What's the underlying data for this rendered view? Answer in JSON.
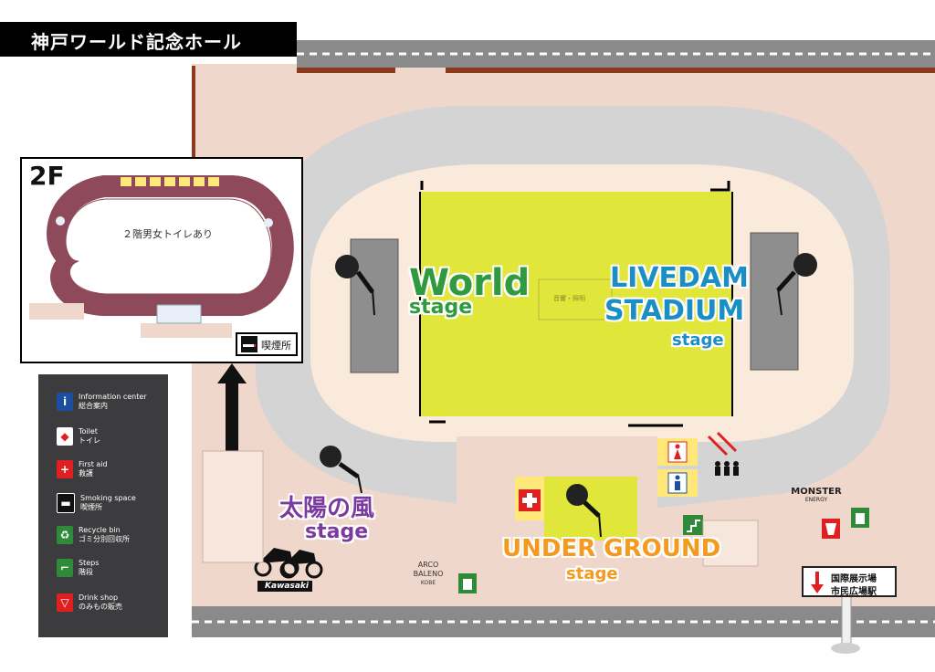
{
  "title": "神戸ワールド記念ホール",
  "stages": {
    "world": {
      "line1": "World",
      "line2": "stage"
    },
    "livedam": {
      "line1": "LIVEDAM",
      "line2": "STADIUM",
      "line3": "stage"
    },
    "taiyo": {
      "line1": "太陽の風",
      "line2": "stage"
    },
    "underground": {
      "line1": "UNDER GROUND",
      "line2": "stage"
    }
  },
  "inset": {
    "floor": "2F",
    "note": "２階男女トイレあり",
    "smoking": "喫煙所"
  },
  "legend": [
    {
      "icon": "info-icon",
      "en": "Information center",
      "ja": "総合案内"
    },
    {
      "icon": "toilet-icon",
      "en": "Toilet",
      "ja": "トイレ"
    },
    {
      "icon": "first-aid-icon",
      "en": "First aid",
      "ja": "救護"
    },
    {
      "icon": "smoking-icon",
      "en": "Smoking space",
      "ja": "喫煙所"
    },
    {
      "icon": "recycle-icon",
      "en": "Recycle bin",
      "ja": "ゴミ分別回収所"
    },
    {
      "icon": "steps-icon",
      "en": "Steps",
      "ja": "階段"
    },
    {
      "icon": "drink-icon",
      "en": "Drink shop",
      "ja": "のみもの販売"
    }
  ],
  "sponsors": {
    "kawasaki": "Kawasaki",
    "arco_line1": "ARCO",
    "arco_line2": "BALENO",
    "arco_line3": "KOBE",
    "monster_line1": "MONSTER",
    "monster_line2": "ENERGY"
  },
  "exit_sign": {
    "line1": "国際展示場",
    "line2": "市民広場駅"
  },
  "field_mark": "音響・照明",
  "colors": {
    "ground": "#f0d7cb",
    "road": "#8a8a8a",
    "road_line": "#ffffff",
    "rail": "#8b3a1e",
    "seats": "#d4d4d4",
    "track": "#faeadc",
    "field": "#e1e63a",
    "world_green": "#2f9a3e",
    "livedam_blue": "#1b8ec4",
    "taiyo_purple": "#7a3aa0",
    "underground_orange": "#f39a1f",
    "stand": "#8e8e8e",
    "legend_bg": "#3c3b3d",
    "toilet_bg": "#ffe77a"
  }
}
